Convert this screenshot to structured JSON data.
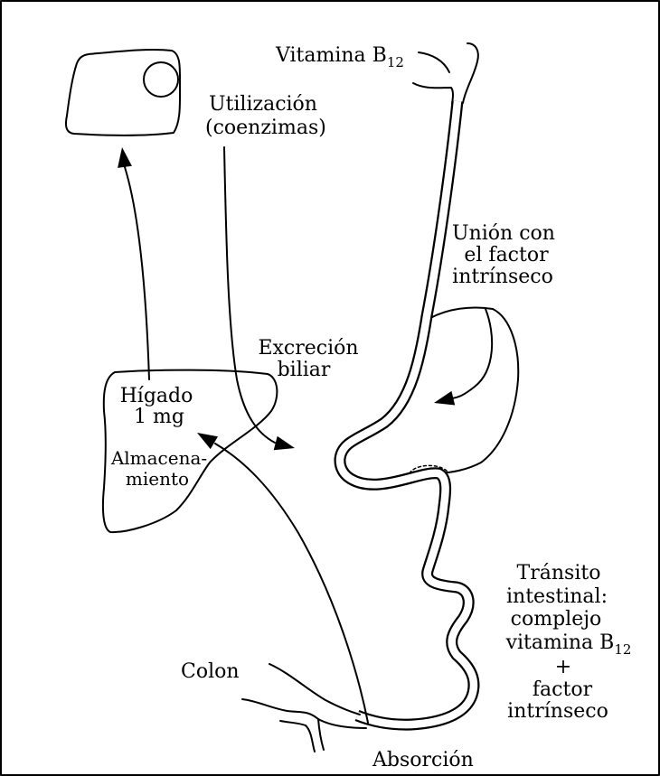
{
  "colors": {
    "stroke": "#000000",
    "background": "#ffffff"
  },
  "labels": {
    "vitamin_b12": {
      "text": "Vitamina B",
      "subscript": "12"
    },
    "utilization": [
      "Utilización",
      "(coenzimas)"
    ],
    "intrinsic_factor_binding": [
      "Unión con",
      "el factor",
      "intrínseco"
    ],
    "biliary_excretion": [
      "Excreción",
      "biliar"
    ],
    "liver": [
      "Hígado",
      "1 mg"
    ],
    "storage": [
      "Almacena-",
      "miento"
    ],
    "intestinal_transit": {
      "lines_before": [
        "Tránsito",
        "intestinal:",
        "complejo"
      ],
      "vitamin_line": {
        "text": "vitamina B",
        "subscript": "12"
      },
      "lines_after": [
        "+",
        "factor",
        "intrínseco"
      ]
    },
    "colon": "Colon",
    "absorption": "Absorción"
  }
}
